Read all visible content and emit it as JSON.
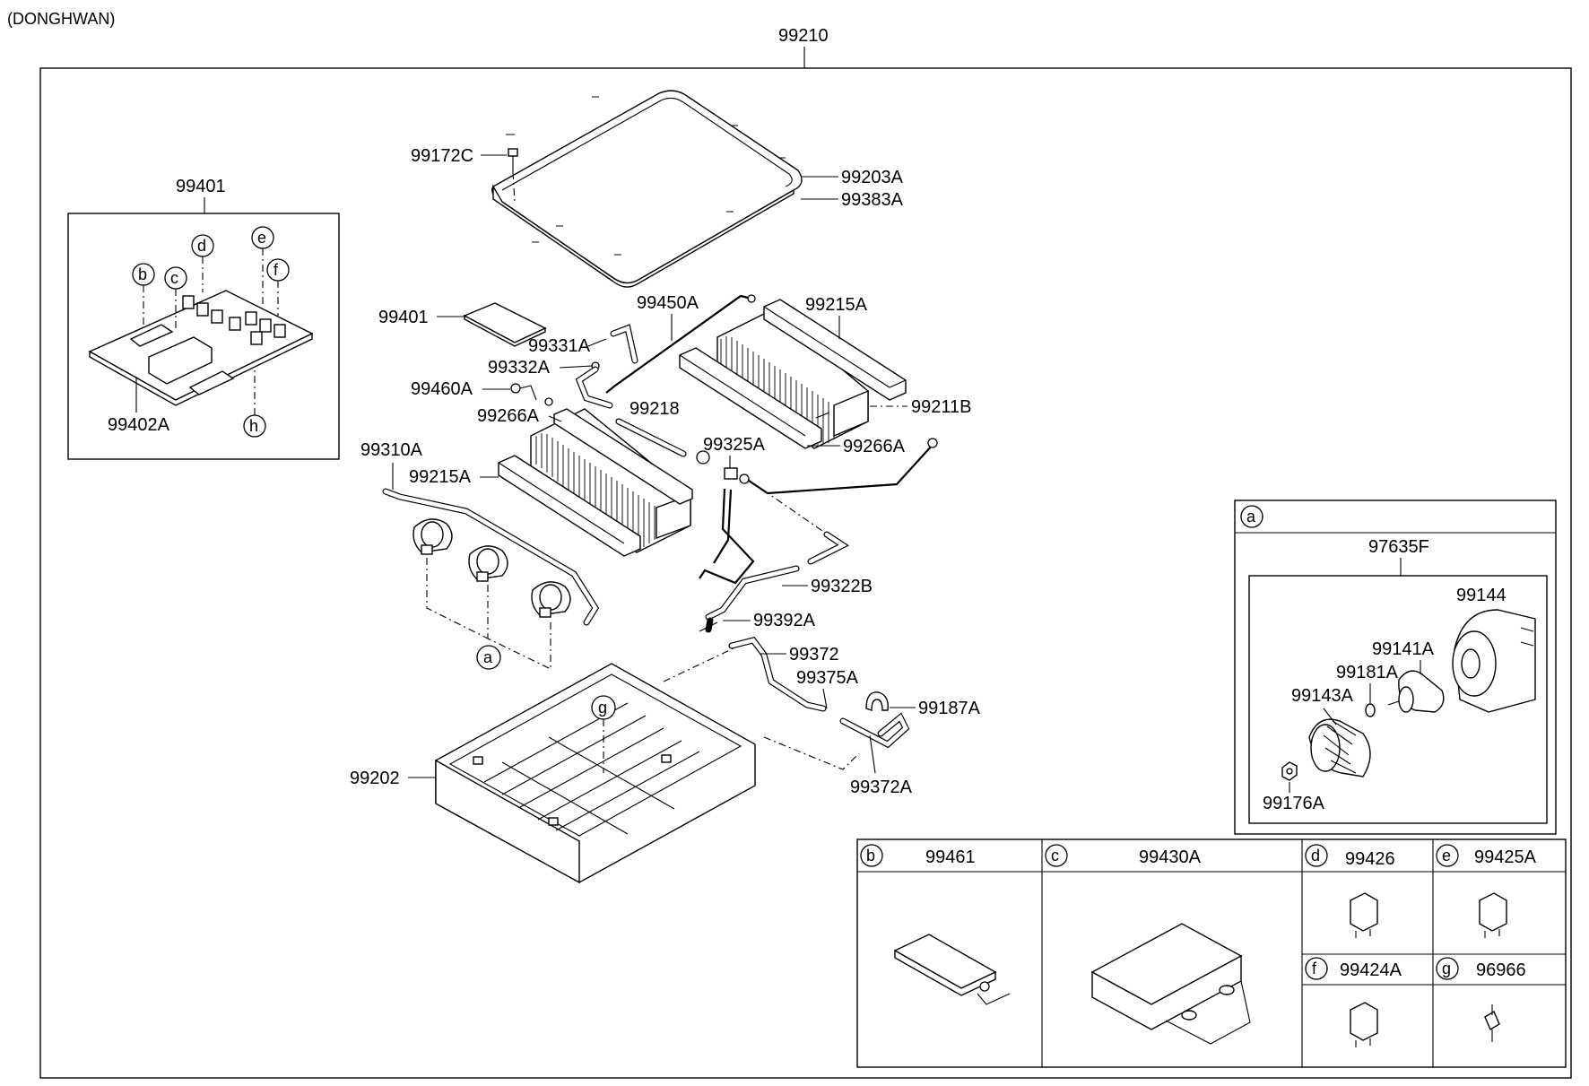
{
  "header": {
    "variant": "(DONGHWAN)",
    "assembly": "99210"
  },
  "callouts": {
    "p99172C": "99172C",
    "p99203A": "99203A",
    "p99383A": "99383A",
    "p99401_group": "99401",
    "p99401": "99401",
    "p99402A": "99402A",
    "p99450A": "99450A",
    "p99215A_top": "99215A",
    "p99331A": "99331A",
    "p99332A": "99332A",
    "p99460A": "99460A",
    "p99266A_left": "99266A",
    "p99218": "99218",
    "p99211B": "99211B",
    "p99325A": "99325A",
    "p99266A_right": "99266A",
    "p99310A": "99310A",
    "p99215A_left": "99215A",
    "p99322B": "99322B",
    "p99392A": "99392A",
    "p99372": "99372",
    "p99375A": "99375A",
    "p99187A": "99187A",
    "p99202": "99202",
    "p99372A": "99372A"
  },
  "markers": [
    "a",
    "b",
    "c",
    "d",
    "e",
    "f",
    "g",
    "h"
  ],
  "detail_a": {
    "marker": "a",
    "kit": "97635F",
    "parts": {
      "p99144": "99144",
      "p99141A": "99141A",
      "p99181A": "99181A",
      "p99143A": "99143A",
      "p99176A": "99176A"
    }
  },
  "detail_table": [
    {
      "marker": "b",
      "part": "99461"
    },
    {
      "marker": "c",
      "part": "99430A"
    },
    {
      "marker": "d",
      "part": "99426"
    },
    {
      "marker": "e",
      "part": "99425A"
    },
    {
      "marker": "f",
      "part": "99424A"
    },
    {
      "marker": "g",
      "part": "96966"
    }
  ]
}
